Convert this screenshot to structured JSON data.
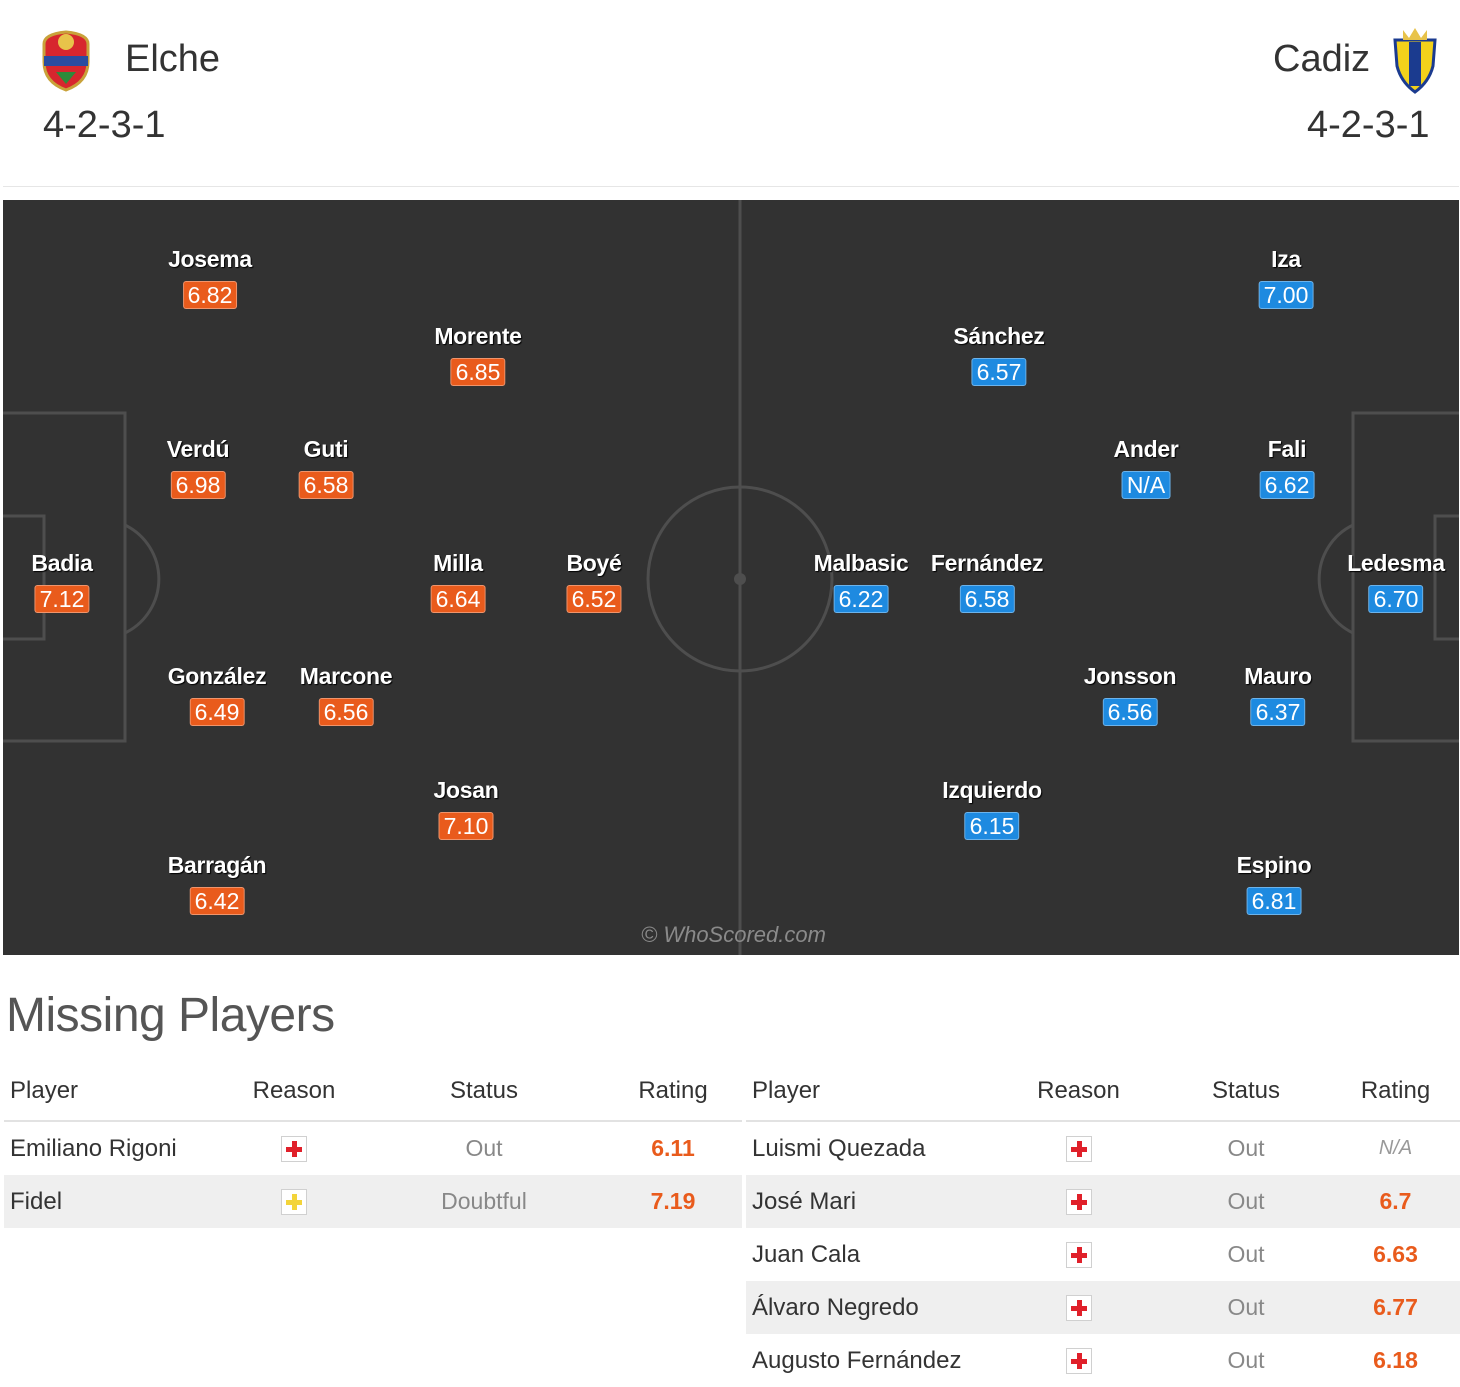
{
  "home": {
    "name": "Elche",
    "formation": "4-2-3-1",
    "crest_icon": "elche-crest-icon"
  },
  "away": {
    "name": "Cadiz",
    "formation": "4-2-3-1",
    "crest_icon": "cadiz-crest-icon"
  },
  "colors": {
    "home_rating": "#e95b1c",
    "away_rating": "#1e8ae0",
    "pitch": "#323232"
  },
  "pitch": {
    "watermark": "© WhoScored.com",
    "home_players": [
      {
        "name": "Josema",
        "rating": "6.82"
      },
      {
        "name": "Morente",
        "rating": "6.85"
      },
      {
        "name": "Verdú",
        "rating": "6.98"
      },
      {
        "name": "Guti",
        "rating": "6.58"
      },
      {
        "name": "Badia",
        "rating": "7.12"
      },
      {
        "name": "Milla",
        "rating": "6.64"
      },
      {
        "name": "Boyé",
        "rating": "6.52"
      },
      {
        "name": "González",
        "rating": "6.49"
      },
      {
        "name": "Marcone",
        "rating": "6.56"
      },
      {
        "name": "Josan",
        "rating": "7.10"
      },
      {
        "name": "Barragán",
        "rating": "6.42"
      }
    ],
    "away_players": [
      {
        "name": "Iza",
        "rating": "7.00"
      },
      {
        "name": "Sánchez",
        "rating": "6.57"
      },
      {
        "name": "Ander",
        "rating": "N/A"
      },
      {
        "name": "Fali",
        "rating": "6.62"
      },
      {
        "name": "Malbasic",
        "rating": "6.22"
      },
      {
        "name": "Fernández",
        "rating": "6.58"
      },
      {
        "name": "Ledesma",
        "rating": "6.70"
      },
      {
        "name": "Jonsson",
        "rating": "6.56"
      },
      {
        "name": "Mauro",
        "rating": "6.37"
      },
      {
        "name": "Izquierdo",
        "rating": "6.15"
      },
      {
        "name": "Espino",
        "rating": "6.81"
      }
    ]
  },
  "missing": {
    "title": "Missing Players",
    "columns": [
      "Player",
      "Reason",
      "Status",
      "Rating"
    ],
    "home": [
      {
        "player": "Emiliano Rigoni",
        "reason_icon": "injury-icon",
        "status": "Out",
        "rating": "6.11"
      },
      {
        "player": "Fidel",
        "reason_icon": "doubtful-icon",
        "status": "Doubtful",
        "rating": "7.19"
      }
    ],
    "away": [
      {
        "player": "Luismi Quezada",
        "reason_icon": "injury-icon",
        "status": "Out",
        "rating": "N/A"
      },
      {
        "player": "José Mari",
        "reason_icon": "injury-icon",
        "status": "Out",
        "rating": "6.7"
      },
      {
        "player": "Juan Cala",
        "reason_icon": "injury-icon",
        "status": "Out",
        "rating": "6.63"
      },
      {
        "player": "Álvaro Negredo",
        "reason_icon": "injury-icon",
        "status": "Out",
        "rating": "6.77"
      },
      {
        "player": "Augusto Fernández",
        "reason_icon": "injury-icon",
        "status": "Out",
        "rating": "6.18"
      }
    ]
  }
}
